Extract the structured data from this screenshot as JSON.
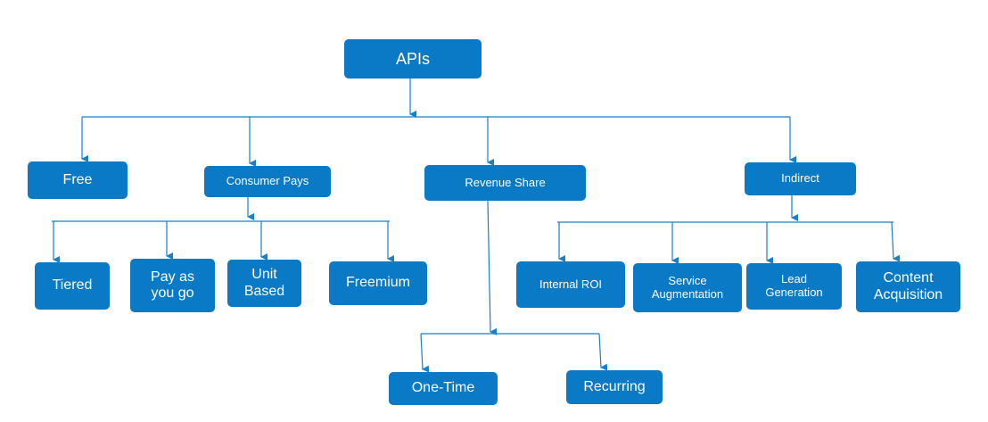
{
  "colors": {
    "node_fill": "#0a79c6",
    "node_text": "#ffffff",
    "connector": "#1b7fc4"
  },
  "root": {
    "label": "APIs"
  },
  "level1": {
    "free": {
      "label": "Free"
    },
    "consumer_pays": {
      "label": "Consumer Pays"
    },
    "revenue_share": {
      "label": "Revenue Share"
    },
    "indirect": {
      "label": "Indirect"
    }
  },
  "consumer_pays_children": {
    "tiered": {
      "label": "Tiered"
    },
    "pay_as_you_go": {
      "label": "Pay as\nyou go"
    },
    "unit_based": {
      "label": "Unit\nBased"
    },
    "freemium": {
      "label": "Freemium"
    }
  },
  "revenue_share_children": {
    "one_time": {
      "label": "One-Time"
    },
    "recurring": {
      "label": "Recurring"
    }
  },
  "indirect_children": {
    "internal_roi": {
      "label": "Internal ROI"
    },
    "service_augmentation": {
      "label": "Service\nAugmentation"
    },
    "lead_generation": {
      "label": "Lead\nGeneration"
    },
    "content_acquisition": {
      "label": "Content\nAcquisition"
    }
  }
}
